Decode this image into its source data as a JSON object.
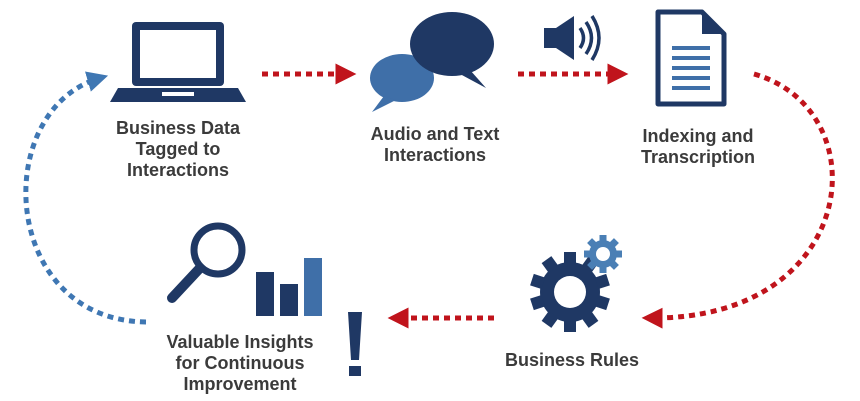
{
  "nodes": {
    "business_data": {
      "label_lines": [
        "Business Data",
        "Tagged to",
        "Interactions"
      ]
    },
    "audio_text": {
      "label_lines": [
        "Audio and Text",
        "Interactions"
      ]
    },
    "indexing": {
      "label_lines": [
        "Indexing and",
        "Transcription"
      ]
    },
    "business_rules": {
      "label_lines": [
        "Business Rules"
      ]
    },
    "insights": {
      "label_lines": [
        "Valuable Insights",
        "for Continuous",
        "Improvement"
      ]
    }
  },
  "colors": {
    "navy": "#1f3864",
    "blue": "#2f5f8f",
    "light_blue": "#4a7fb5",
    "red_arrow": "#c0141c",
    "blue_arrow": "#3f77b3",
    "text": "#3b3b3b"
  },
  "icons": [
    "laptop-icon",
    "speech-bubbles-icon",
    "speaker-icon",
    "document-icon",
    "gears-icon",
    "magnifier-icon",
    "bar-chart-icon",
    "exclamation-icon"
  ]
}
